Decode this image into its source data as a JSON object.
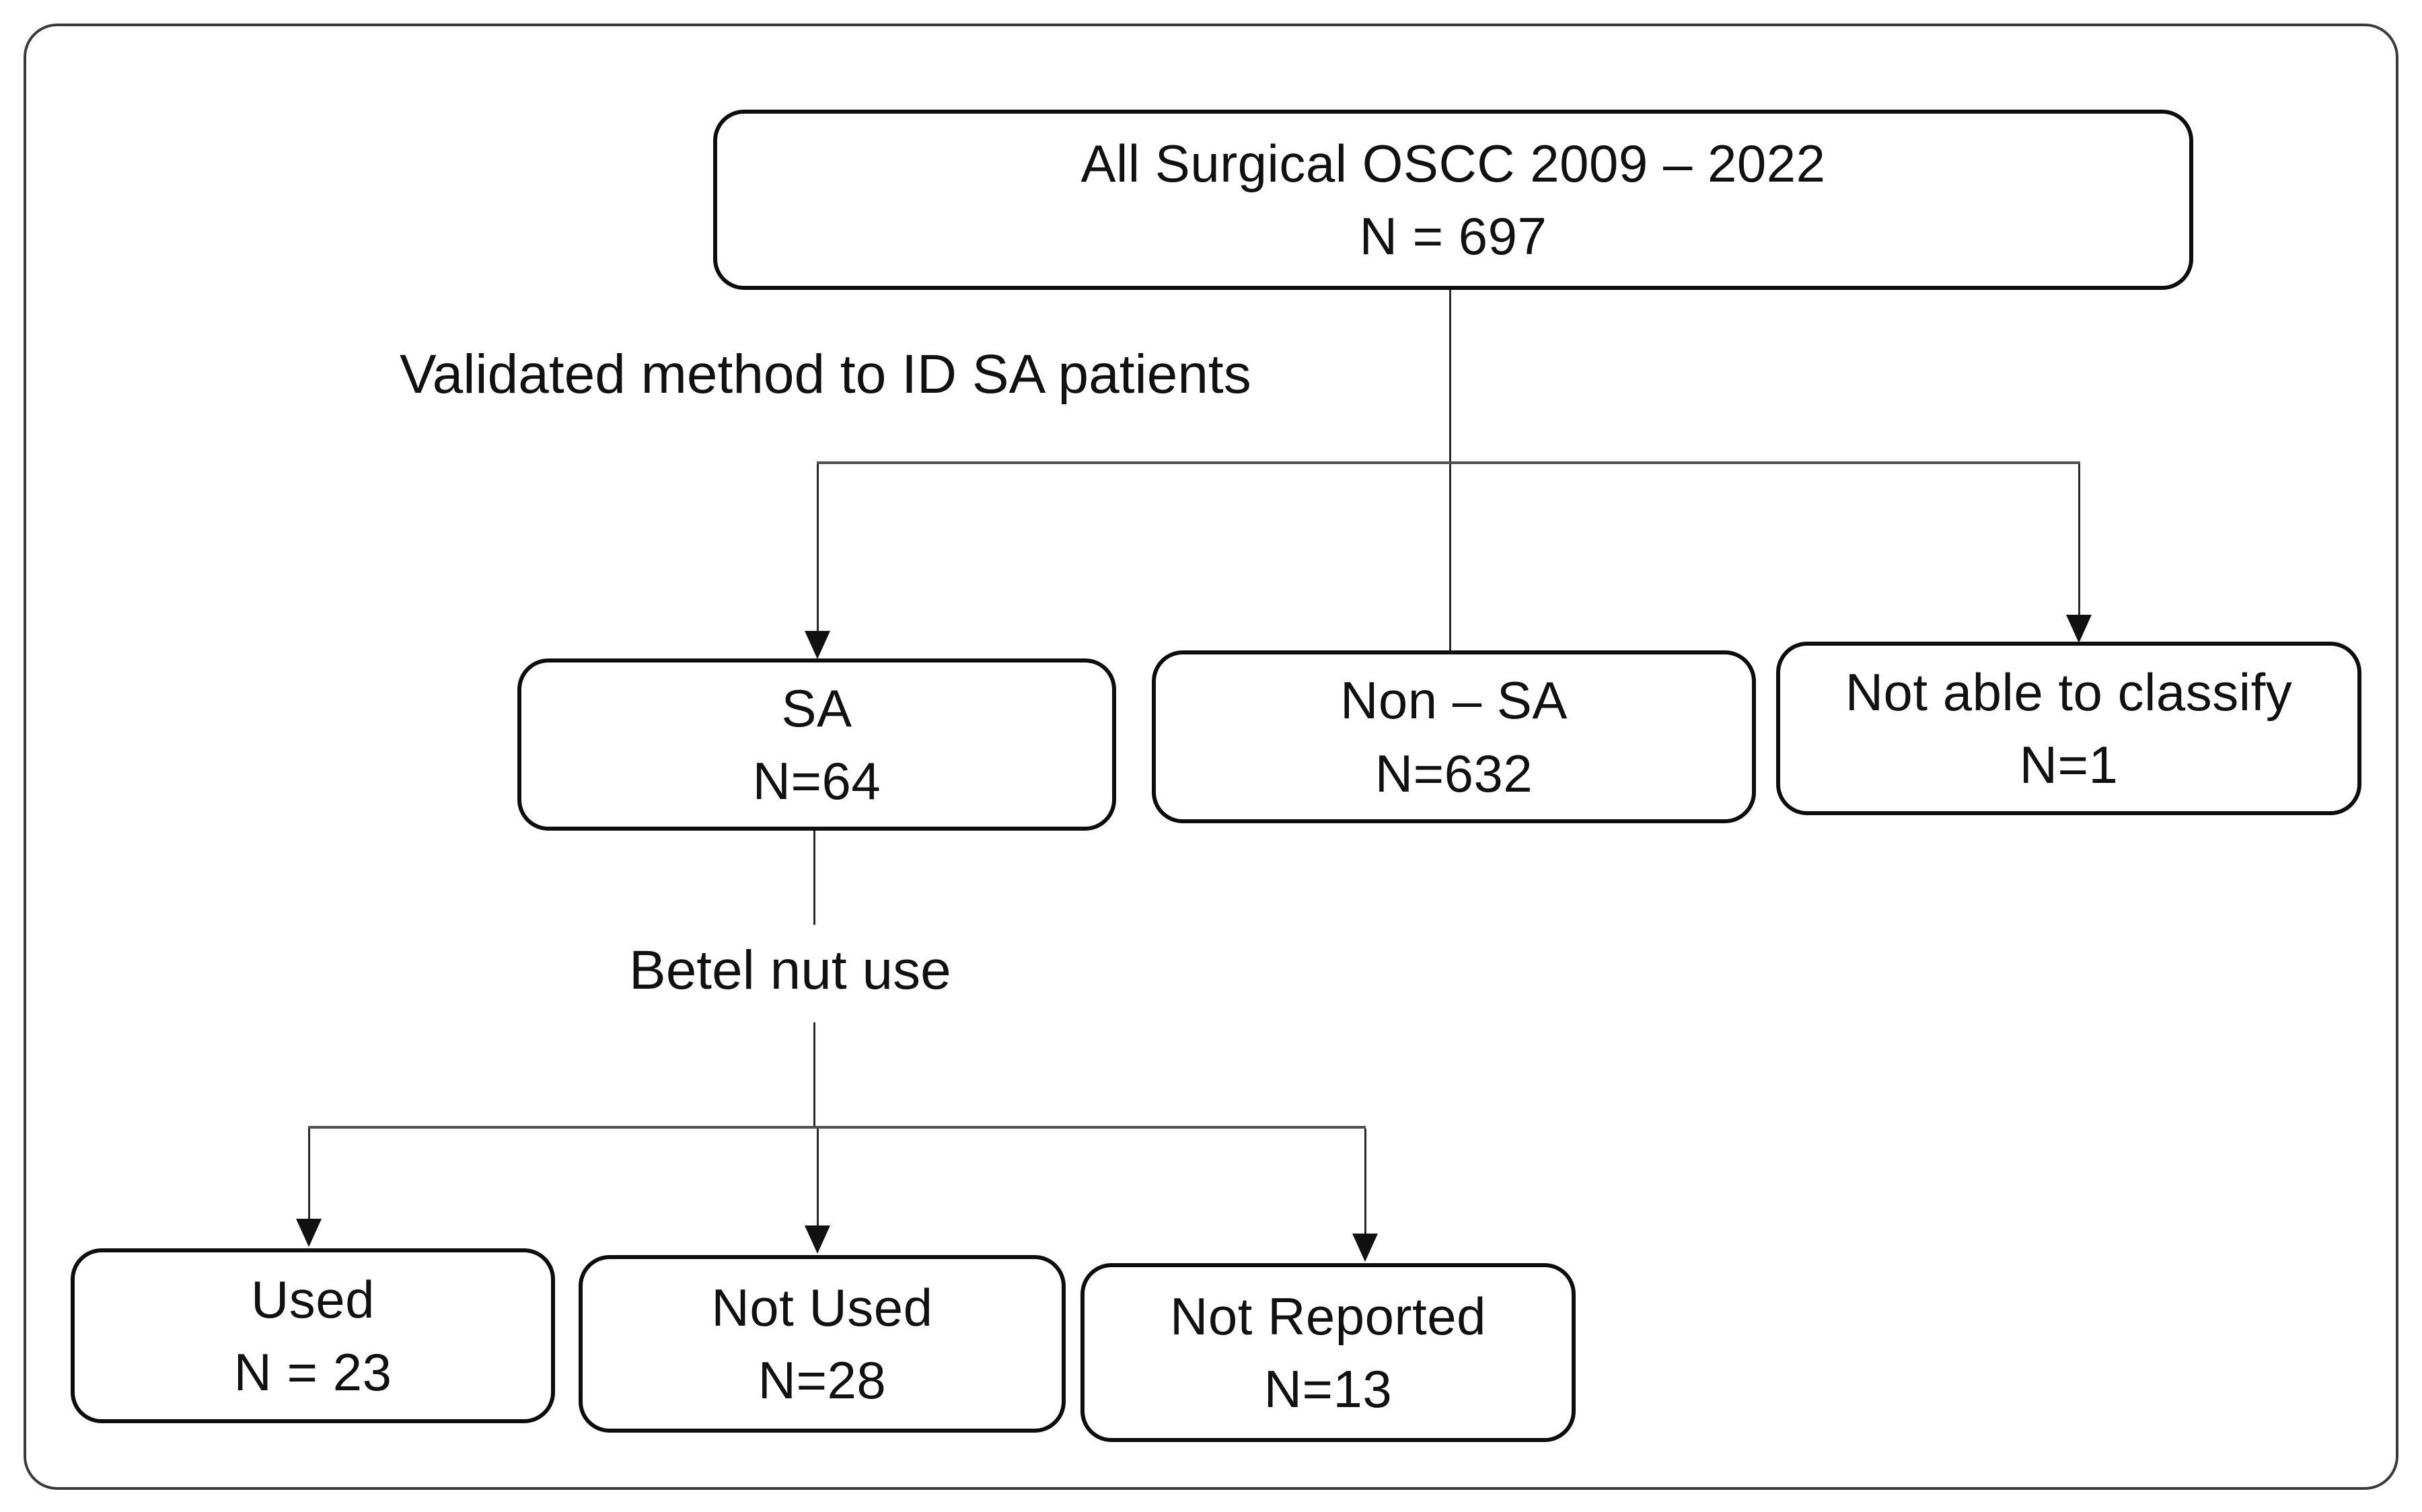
{
  "figure_type": "patient-flow-diagram",
  "colors": {
    "background": "#ffffff",
    "box_border": "#0d0d0d",
    "connector": "#2a2a2a",
    "branch_line": "#4f4f4f",
    "frame_border": "#3a3a3a",
    "text": "#111111"
  },
  "nodes": {
    "root": {
      "title": "All Surgical OSCC 2009 – 2022",
      "count": "N = 697"
    },
    "sa": {
      "title": "SA",
      "count": "N=64"
    },
    "non_sa": {
      "title": "Non – SA",
      "count": "N=632"
    },
    "not_classified": {
      "title": "Not able to classify",
      "count": "N=1"
    },
    "used": {
      "title": "Used",
      "count": "N = 23"
    },
    "not_used": {
      "title": "Not Used",
      "count": "N=28"
    },
    "not_reported": {
      "title": "Not Reported",
      "count": "N=13"
    }
  },
  "labels": {
    "method": "Validated method to ID SA patients",
    "betel": "Betel nut use"
  }
}
